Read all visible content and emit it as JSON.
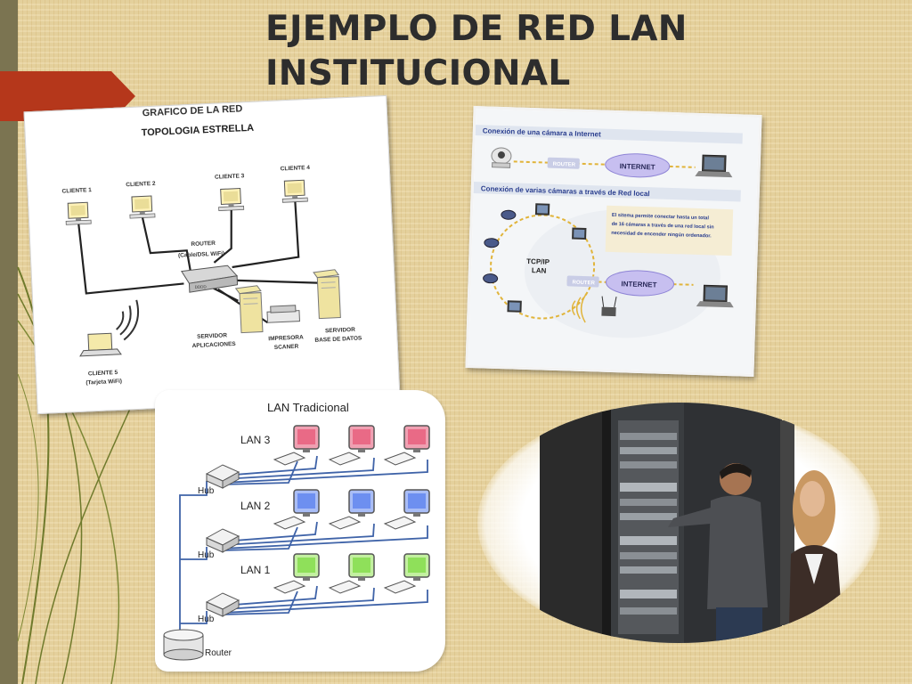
{
  "slide": {
    "title_line1": "EJEMPLO DE RED LAN",
    "title_line2": "INSTITUCIONAL",
    "colors": {
      "title": "#2d2d2d",
      "accent_tab": "#b5371b",
      "left_bar": "#7b7451",
      "background": "#e8d29a"
    }
  },
  "star_diagram": {
    "heading_cut": "GRAFICO DE LA RED",
    "title": "TOPOLOGIA ESTRELLA",
    "client1": "CLIENTE 1",
    "client2": "CLIENTE 2",
    "client3": "CLIENTE 3",
    "client4": "CLIENTE 4",
    "router_label": "ROUTER",
    "router_sub": "(Cable/DSL WiFi)",
    "router_text": "DDDD",
    "srv_app_line1": "SERVIDOR",
    "srv_app_line2": "APLICACIONES",
    "printer_line1": "IMPRESORA",
    "printer_line2": "SCANER",
    "srv_db_line1": "SERVIDOR",
    "srv_db_line2": "BASE DE DATOS",
    "client5": "CLIENTE 5",
    "client5_sub": "(Tarjeta WiFi)"
  },
  "camera_diagram": {
    "header1": "Conexión de una cámara a Internet",
    "router1": "ROUTER",
    "internet1": "INTERNET",
    "header2": "Conexión de varias cámaras a través de Red local",
    "description": [
      "El sitema permite conectar hasta un total",
      "de 16 cámaras a través de una red local sin",
      "necesidad de encender ningún ordenador."
    ],
    "tcp_line1": "TCP/IP",
    "tcp_line2": "LAN",
    "router2": "ROUTER",
    "internet2": "INTERNET"
  },
  "lan_diagram": {
    "title": "LAN Tradicional",
    "lan3": "LAN 3",
    "lan2": "LAN 2",
    "lan1": "LAN 1",
    "hub1": "Hub",
    "hub2": "Hub",
    "hub3": "Hub",
    "router": "Router",
    "colors": {
      "lan3": "#e96a86",
      "lan2": "#6d8ff0",
      "lan1": "#8fe05a",
      "cable": "#3f63a8"
    }
  }
}
